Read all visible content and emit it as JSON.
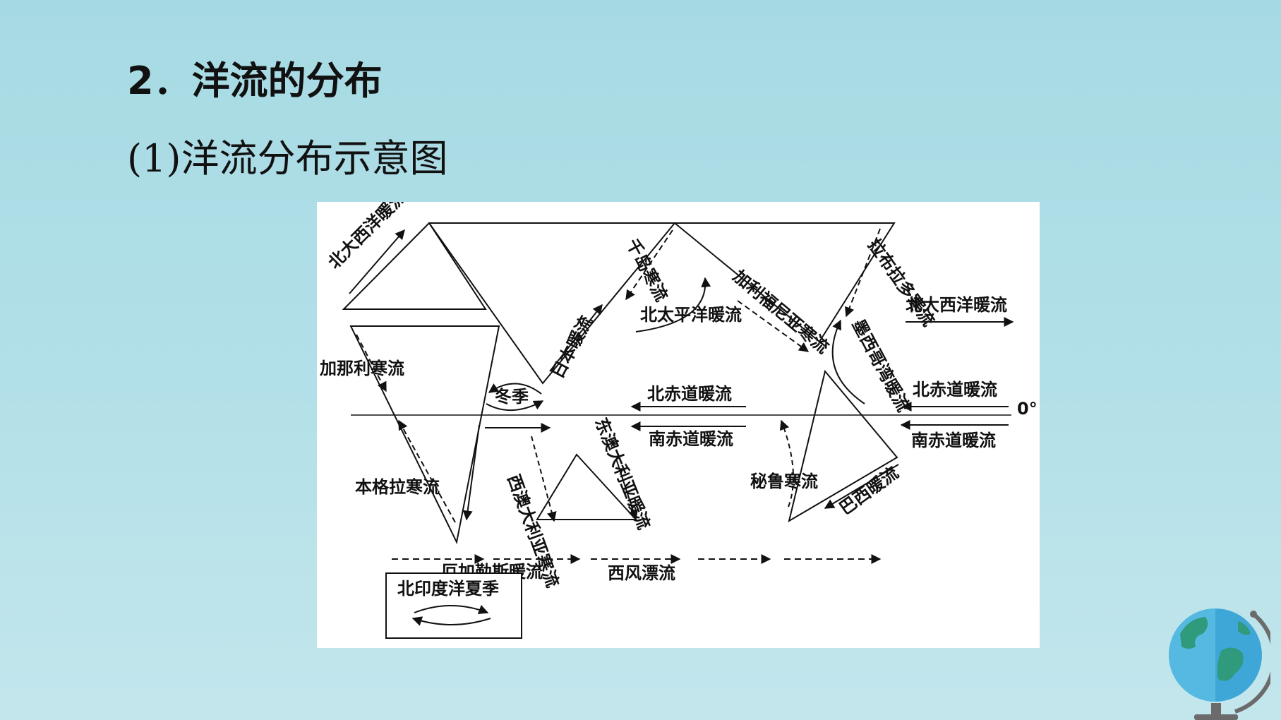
{
  "slide": {
    "heading": "2．洋流的分布",
    "subheading_prefix": "(1)",
    "subheading_text": "洋流分布示意图"
  },
  "diagram": {
    "labels": {
      "north_atlantic_drift_left": "北大西洋暖流",
      "canary_current": "加那利寒流",
      "benguela_current": "本格拉寒流",
      "winter": "冬季",
      "agulhas_current": "厄加勒斯暖流",
      "west_australian_current": "西澳大利亚寒流",
      "kuroshio_current": "日本暖流",
      "oyashio_current": "千岛寒流",
      "north_pacific_current": "北太平洋暖流",
      "california_current": "加利福尼亚寒流",
      "east_australian_current": "东澳大利亚暖流",
      "peru_current": "秘鲁寒流",
      "labrador_current": "拉布拉多寒流",
      "north_atlantic_drift_right": "北大西洋暖流",
      "gulf_stream": "墨西哥湾暖流",
      "north_equatorial_pacific": "北赤道暖流",
      "south_equatorial_pacific": "南赤道暖流",
      "north_equatorial_atlantic": "北赤道暖流",
      "south_equatorial_atlantic": "南赤道暖流",
      "brazil_current": "巴西暖流",
      "west_wind_drift": "西风漂流",
      "equator": "0°",
      "legend_title": "北印度洋夏季"
    },
    "colors": {
      "ink": "#111111",
      "panel": "#ffffff"
    }
  },
  "decoration": {
    "corner_icon": "globe-icon"
  }
}
